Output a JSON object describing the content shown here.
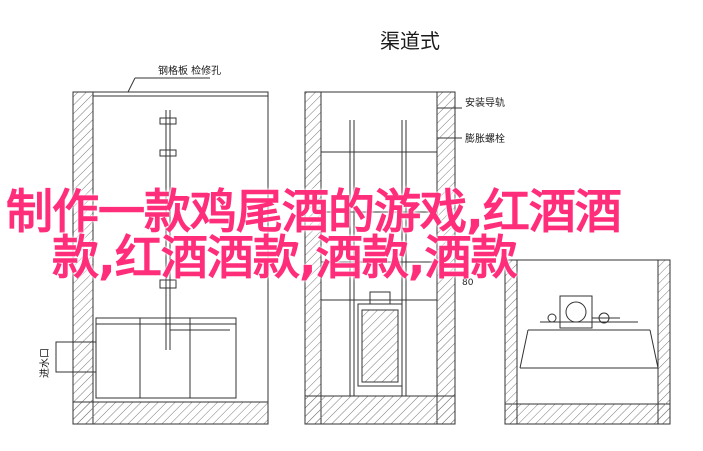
{
  "diagram": {
    "title": "渠道式",
    "labels": {
      "steel_plate": "钢格板 检修孔",
      "install_rail": "安装导轨",
      "expansion_bolt": "膨胀螺栓",
      "inlet": "进水口",
      "bottom_label": "80"
    }
  },
  "headline": {
    "line1": "制作一款鸡尾酒的游戏,红酒酒",
    "line2": "款,红酒酒款,酒款,酒款"
  },
  "colors": {
    "line": "#333333",
    "hatch": "#7a7a7a",
    "headline": "#ff2d7a"
  }
}
